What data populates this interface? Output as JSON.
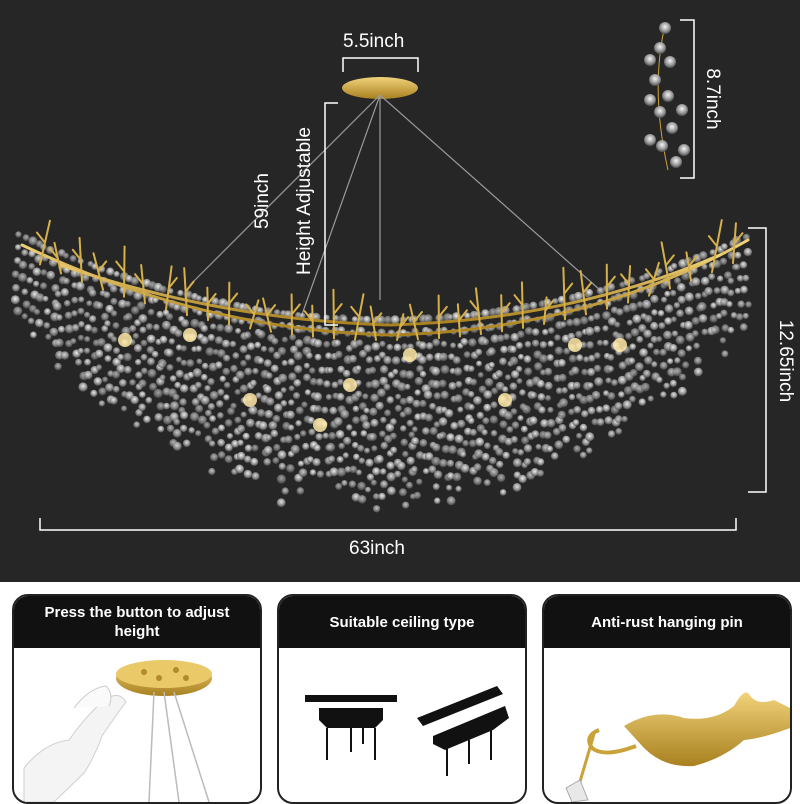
{
  "dimensions": {
    "canopy_width": "5.5inch",
    "chain_height": "8.7inch",
    "cable_length": "59inch",
    "height_note": "Height Adjustable",
    "fixture_height": "12.65inch",
    "fixture_length": "63inch"
  },
  "features": [
    {
      "title": "Press the button to adjust height"
    },
    {
      "title": "Suitable ceiling type"
    },
    {
      "title": "Anti-rust hanging pin"
    }
  ],
  "colors": {
    "background": "#262626",
    "gold": "#c9a23a",
    "text": "#ffffff"
  }
}
